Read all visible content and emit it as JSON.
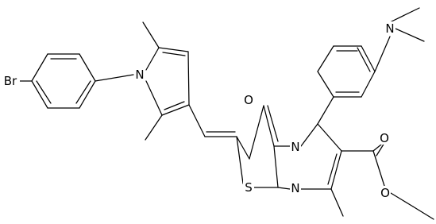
{
  "molecule": {
    "atoms": {
      "br": "Br",
      "n_pyrrole": "N",
      "n_fused": "N",
      "n_ring": "N",
      "n_amine": "N",
      "s": "S",
      "o_keto": "O",
      "o_ester_carbonyl": "O",
      "o_ester": "O"
    }
  }
}
